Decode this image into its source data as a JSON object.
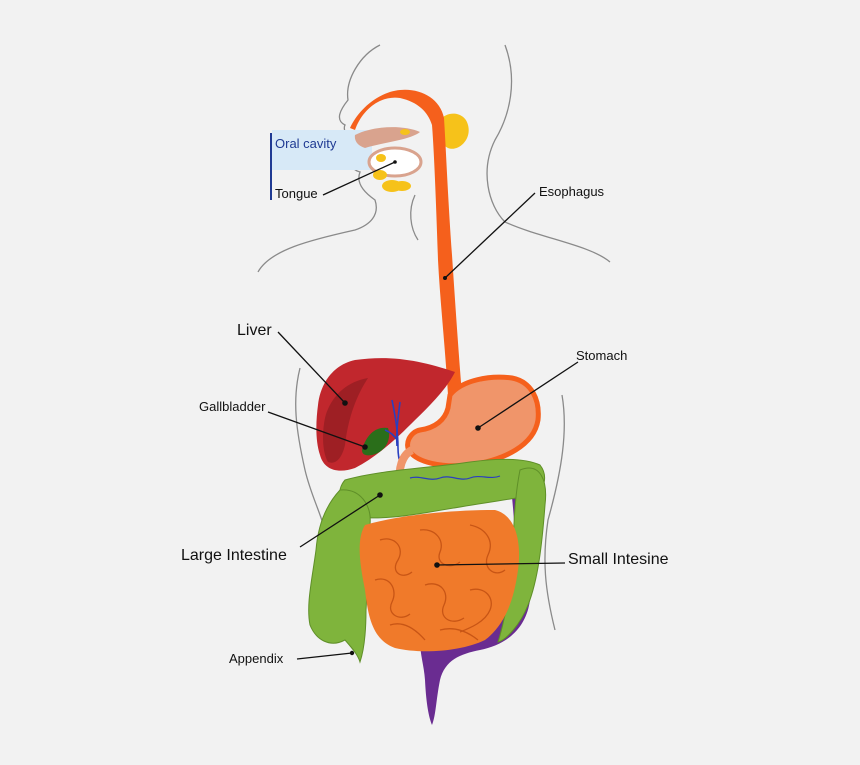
{
  "labels": {
    "oral_cavity": "Oral cavity",
    "tongue": "Tongue",
    "esophagus": "Esophagus",
    "liver": "Liver",
    "stomach": "Stomach",
    "gallbladder": "Gallbladder",
    "large_intestine": "Large Intestine",
    "small_intestine": "Small Intesine",
    "appendix": "Appendix"
  },
  "colors": {
    "background": "#f2f2f2",
    "body_outline": "#8a8a8a",
    "esophagus": "#f5601c",
    "stomach": "#f0956a",
    "liver": "#c1272d",
    "liver_shadow": "#9e1f24",
    "gallbladder": "#2a6e1a",
    "large_intestine": "#7fb43c",
    "small_intestine": "#f07a2a",
    "rectum": "#6a2c91",
    "salivary_gland": "#f6c21a",
    "oral_cavity_highlight": "#d7e9f7",
    "blood_vessel": "#2a3fbf",
    "label_line": "#111111"
  }
}
